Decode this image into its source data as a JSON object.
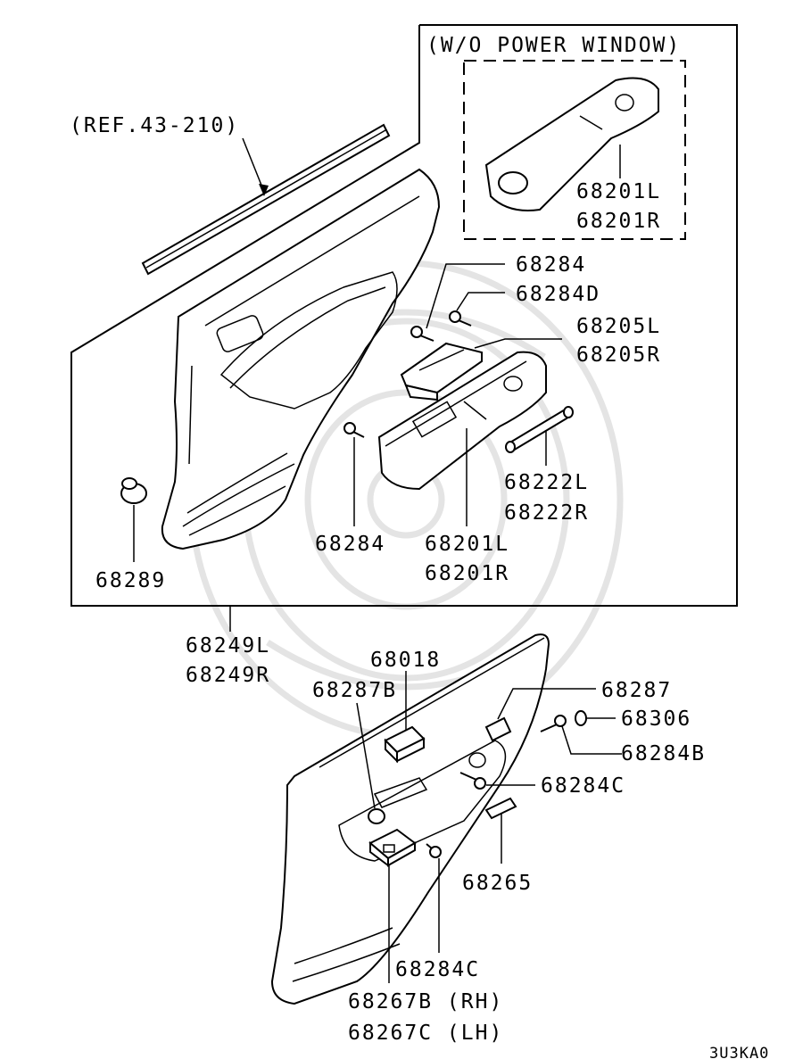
{
  "labels": {
    "inset_title": "(W/O POWER WINDOW)",
    "ref": "(REF.43-210)",
    "p68201l": "68201L",
    "p68201r": "68201R",
    "p68284": "68284",
    "p68284d": "68284D",
    "p68205l": "68205L",
    "p68205r": "68205R",
    "p68222l": "68222L",
    "p68222r": "68222R",
    "p68289": "68289",
    "p68249l": "68249L",
    "p68249r": "68249R",
    "p68018": "68018",
    "p68287b": "68287B",
    "p68287": "68287",
    "p68306": "68306",
    "p68284b": "68284B",
    "p68284c": "68284C",
    "p68265": "68265",
    "p68267b": "68267B (RH)",
    "p68267c": "68267C (LH)",
    "diagram_code": "3U3KA0"
  }
}
